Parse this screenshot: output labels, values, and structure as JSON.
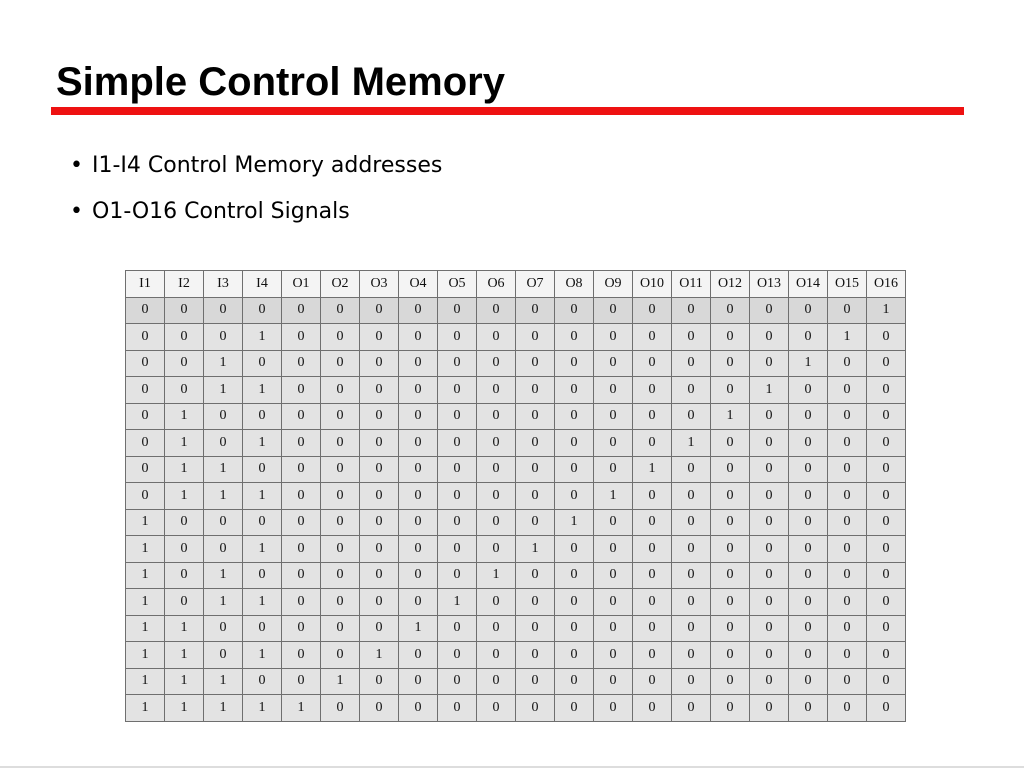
{
  "slide": {
    "title": "Simple Control Memory",
    "accent_color": "#ee1111",
    "bullets": [
      {
        "symbol": "•",
        "text": "I1-I4 Control Memory addresses"
      },
      {
        "symbol": "•",
        "text": "O1-O16 Control Signals"
      }
    ]
  },
  "table": {
    "columns": [
      "I1",
      "I2",
      "I3",
      "I4",
      "O1",
      "O2",
      "O3",
      "O4",
      "O5",
      "O6",
      "O7",
      "O8",
      "O9",
      "O10",
      "O11",
      "O12",
      "O13",
      "O14",
      "O15",
      "O16"
    ],
    "rows": [
      [
        "0",
        "0",
        "0",
        "0",
        "0",
        "0",
        "0",
        "0",
        "0",
        "0",
        "0",
        "0",
        "0",
        "0",
        "0",
        "0",
        "0",
        "0",
        "0",
        "1"
      ],
      [
        "0",
        "0",
        "0",
        "1",
        "0",
        "0",
        "0",
        "0",
        "0",
        "0",
        "0",
        "0",
        "0",
        "0",
        "0",
        "0",
        "0",
        "0",
        "1",
        "0"
      ],
      [
        "0",
        "0",
        "1",
        "0",
        "0",
        "0",
        "0",
        "0",
        "0",
        "0",
        "0",
        "0",
        "0",
        "0",
        "0",
        "0",
        "0",
        "1",
        "0",
        "0"
      ],
      [
        "0",
        "0",
        "1",
        "1",
        "0",
        "0",
        "0",
        "0",
        "0",
        "0",
        "0",
        "0",
        "0",
        "0",
        "0",
        "0",
        "1",
        "0",
        "0",
        "0"
      ],
      [
        "0",
        "1",
        "0",
        "0",
        "0",
        "0",
        "0",
        "0",
        "0",
        "0",
        "0",
        "0",
        "0",
        "0",
        "0",
        "1",
        "0",
        "0",
        "0",
        "0"
      ],
      [
        "0",
        "1",
        "0",
        "1",
        "0",
        "0",
        "0",
        "0",
        "0",
        "0",
        "0",
        "0",
        "0",
        "0",
        "1",
        "0",
        "0",
        "0",
        "0",
        "0"
      ],
      [
        "0",
        "1",
        "1",
        "0",
        "0",
        "0",
        "0",
        "0",
        "0",
        "0",
        "0",
        "0",
        "0",
        "1",
        "0",
        "0",
        "0",
        "0",
        "0",
        "0"
      ],
      [
        "0",
        "1",
        "1",
        "1",
        "0",
        "0",
        "0",
        "0",
        "0",
        "0",
        "0",
        "0",
        "1",
        "0",
        "0",
        "0",
        "0",
        "0",
        "0",
        "0"
      ],
      [
        "1",
        "0",
        "0",
        "0",
        "0",
        "0",
        "0",
        "0",
        "0",
        "0",
        "0",
        "1",
        "0",
        "0",
        "0",
        "0",
        "0",
        "0",
        "0",
        "0"
      ],
      [
        "1",
        "0",
        "0",
        "1",
        "0",
        "0",
        "0",
        "0",
        "0",
        "0",
        "1",
        "0",
        "0",
        "0",
        "0",
        "0",
        "0",
        "0",
        "0",
        "0"
      ],
      [
        "1",
        "0",
        "1",
        "0",
        "0",
        "0",
        "0",
        "0",
        "0",
        "1",
        "0",
        "0",
        "0",
        "0",
        "0",
        "0",
        "0",
        "0",
        "0",
        "0"
      ],
      [
        "1",
        "0",
        "1",
        "1",
        "0",
        "0",
        "0",
        "0",
        "1",
        "0",
        "0",
        "0",
        "0",
        "0",
        "0",
        "0",
        "0",
        "0",
        "0",
        "0"
      ],
      [
        "1",
        "1",
        "0",
        "0",
        "0",
        "0",
        "0",
        "1",
        "0",
        "0",
        "0",
        "0",
        "0",
        "0",
        "0",
        "0",
        "0",
        "0",
        "0",
        "0"
      ],
      [
        "1",
        "1",
        "0",
        "1",
        "0",
        "0",
        "1",
        "0",
        "0",
        "0",
        "0",
        "0",
        "0",
        "0",
        "0",
        "0",
        "0",
        "0",
        "0",
        "0"
      ],
      [
        "1",
        "1",
        "1",
        "0",
        "0",
        "1",
        "0",
        "0",
        "0",
        "0",
        "0",
        "0",
        "0",
        "0",
        "0",
        "0",
        "0",
        "0",
        "0",
        "0"
      ],
      [
        "1",
        "1",
        "1",
        "1",
        "1",
        "0",
        "0",
        "0",
        "0",
        "0",
        "0",
        "0",
        "0",
        "0",
        "0",
        "0",
        "0",
        "0",
        "0",
        "0"
      ]
    ]
  }
}
